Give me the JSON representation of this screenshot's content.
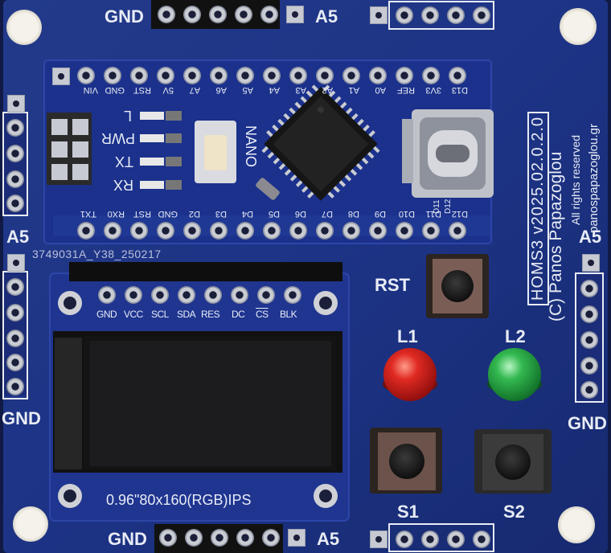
{
  "board": {
    "top_header_left_gnd": "GND",
    "top_header_left_a5": "A5",
    "left_header_top_a5": "A5",
    "left_header_bottom_gnd": "GND",
    "right_header_top_a5": "A5",
    "right_header_bottom_gnd": "GND",
    "bottom_header_gnd": "GND",
    "bottom_header_a5": "A5",
    "version_label": "HOMS3  v2025.02.0.2.0",
    "copyright_label": "(C) Panos Papazoglou",
    "rights_label": "All rights reserved",
    "website_label": "panospapazoglou.gr",
    "lot_code": "3749031A_Y38_250217",
    "rst_label": "RST",
    "led1_label": "L1",
    "led2_label": "L2",
    "s1_label": "S1",
    "s2_label": "S2"
  },
  "nano": {
    "top_pins": [
      "VIN",
      "GND",
      "RST",
      "5V",
      "A7",
      "A6",
      "A5",
      "A4",
      "A3",
      "A2",
      "A1",
      "A0",
      "REF",
      "3V3",
      "D13"
    ],
    "bottom_pins": [
      "TX1",
      "RX0",
      "RST",
      "GND",
      "D2",
      "D3",
      "D4",
      "D5",
      "D6",
      "D7",
      "D8",
      "D9",
      "D10",
      "D11",
      "D12"
    ],
    "led_labels": [
      "L",
      "PWR",
      "TX",
      "RX"
    ],
    "name_label": "NANO",
    "usb_labels": [
      "D11",
      "D12"
    ]
  },
  "display": {
    "pins": [
      "GND",
      "VCC",
      "SCL",
      "SDA",
      "RES",
      "DC",
      "CS",
      "BLK"
    ],
    "spec_label": "0.96\"80x160(RGB)IPS"
  },
  "colors": {
    "pcb_blue": "#1e3380",
    "led_red": "#d81e1e",
    "led_green": "#2fb34a",
    "silkscreen": "#e8ecf5"
  }
}
